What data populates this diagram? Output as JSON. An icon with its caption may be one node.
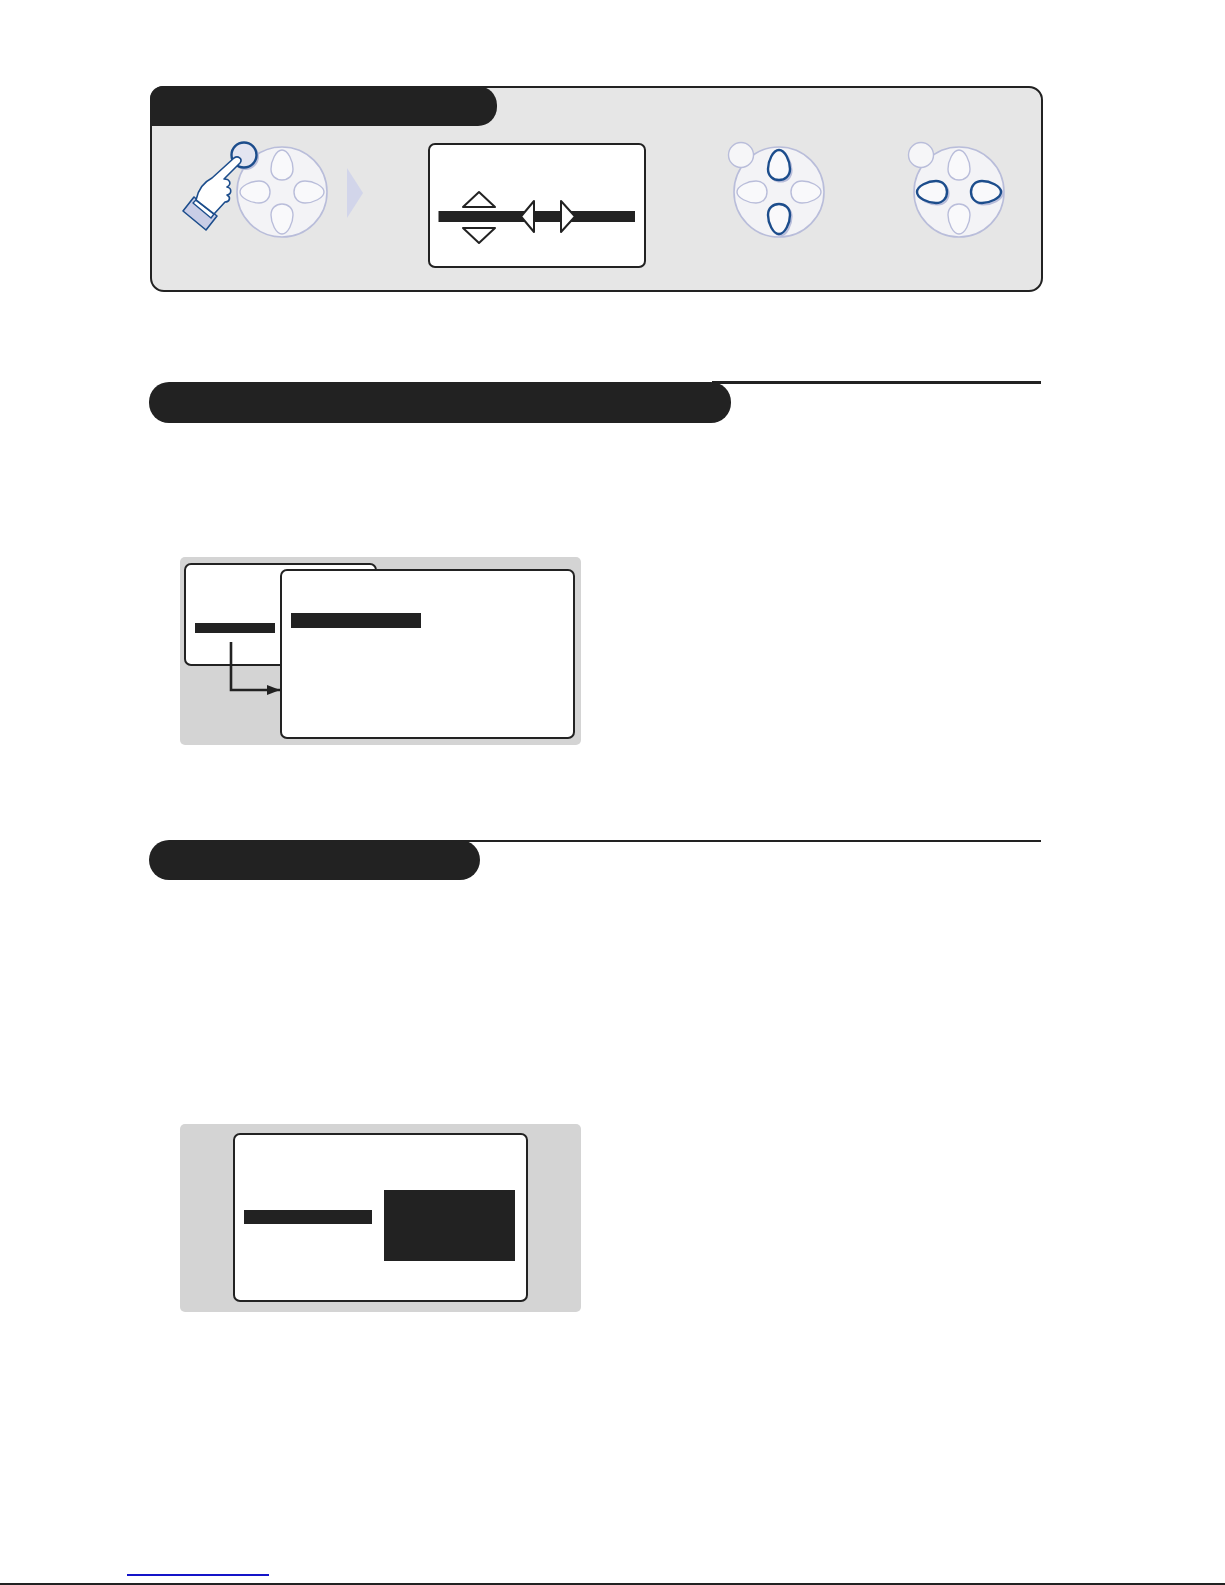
{
  "diagram": {
    "nodes": [
      {
        "text": [],
        "shape": "box"
      },
      {
        "text": [],
        "shape": "box"
      },
      {
        "text": [],
        "shape": "box"
      },
      {
        "text": [],
        "shape": "box"
      }
    ],
    "edges": [
      {
        "from": 1,
        "to": 2,
        "arrow": "to"
      }
    ]
  }
}
